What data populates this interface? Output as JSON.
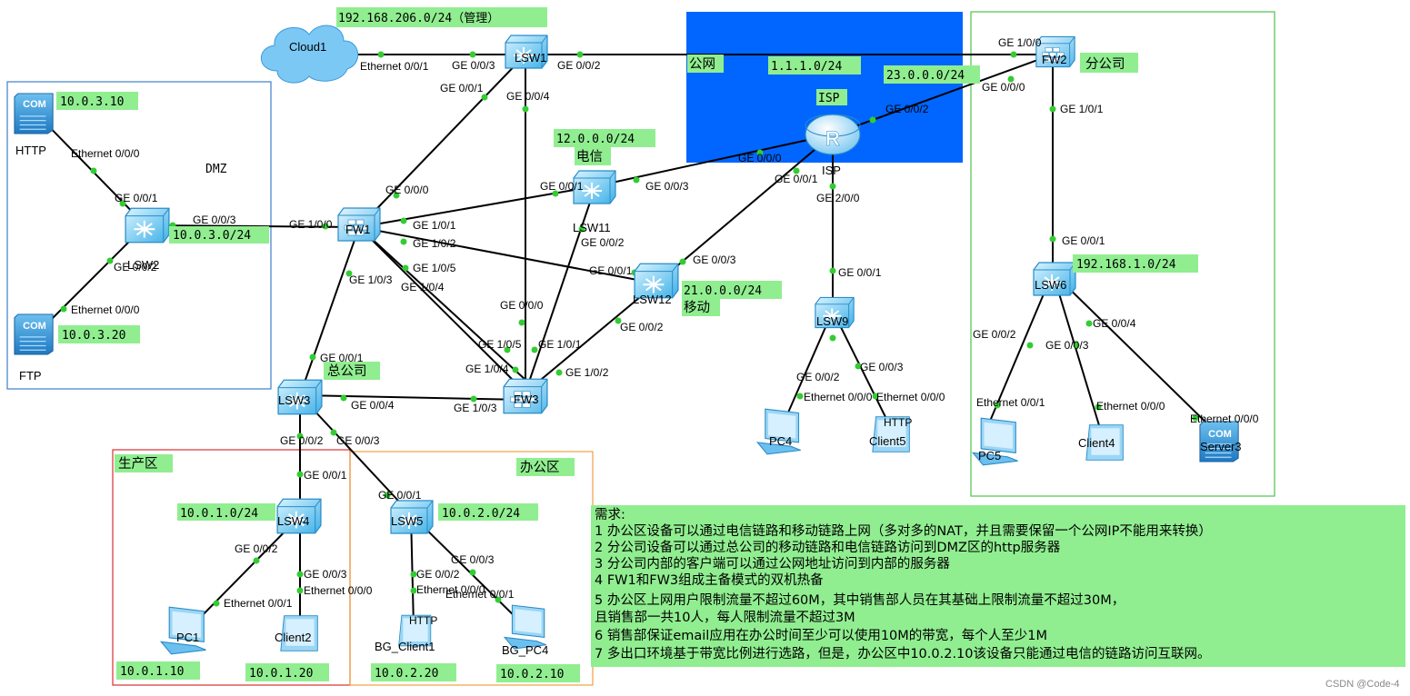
{
  "zones": {
    "dmz_label": "DMZ",
    "isp_public_label": "公网",
    "branch_label": "分公司",
    "hq_label": "总公司",
    "production_label": "生产区",
    "office_label": "办公区"
  },
  "networks": {
    "mgmt": "192.168.206.0/24（管理）",
    "dmz_http_ip": "10.0.3.10",
    "dmz_ftp_ip": "10.0.3.20",
    "dmz_net": "10.0.3.0/24",
    "public_net": "1.1.1.0/24",
    "isp_fw2_net": "23.0.0.0/24",
    "isp_label": "ISP",
    "telecom_net": "12.0.0.0/24",
    "telecom_label": "电信",
    "mobile_net": "21.0.0.0/24",
    "mobile_label": "移动",
    "branch_net": "192.168.1.0/24",
    "prod_net": "10.0.1.0/24",
    "office_net": "10.0.2.0/24",
    "pc1_ip": "10.0.1.10",
    "client2_ip": "10.0.1.20",
    "bgclient1_ip": "10.0.2.20",
    "bgpc4_ip": "10.0.2.10"
  },
  "devices": {
    "cloud1": "Cloud1",
    "lsw1": "LSW1",
    "fw2": "FW2",
    "isp": "ISP",
    "http": "HTTP",
    "ftp": "FTP",
    "lsw2": "LSW2",
    "fw1": "FW1",
    "lsw11": "LSW11",
    "lsw12": "LSW12",
    "lsw9": "LSW9",
    "lsw6": "LSW6",
    "lsw3": "LSW3",
    "fw3": "FW3",
    "lsw4": "LSW4",
    "lsw5": "LSW5",
    "pc1": "PC1",
    "client2": "Client2",
    "bgclient1": "BG_Client1",
    "bgpc4": "BG_PC4",
    "pc4": "PC4",
    "client5": "Client5",
    "pc5": "PC5",
    "client4": "Client4",
    "server3": "Server3",
    "server_badge": "COM",
    "client_badge": "HTTP"
  },
  "ports": [
    "Ethernet 0/0/1",
    "GE 0/0/3",
    "GE 0/0/2",
    "GE 1/0/0",
    "GE 0/0/0",
    "GE 0/0/1",
    "GE 0/0/4",
    "GE 0/0/2",
    "GE 1/0/1",
    "Ethernet 0/0/0",
    "GE 0/0/1",
    "GE 0/0/3",
    "GE 1/0/0",
    "GE 0/0/2",
    "Ethernet 0/0/0",
    "GE 0/0/0",
    "GE 0/0/0",
    "GE 0/0/1",
    "GE 0/0/3",
    "GE 1/0/1",
    "GE 1/0/2",
    "GE 1/0/5",
    "GE 1/0/4",
    "GE 1/0/3",
    "GE 0/0/2",
    "GE 0/0/1",
    "GE 0/0/3",
    "GE 0/0/0",
    "GE 0/0/1",
    "GE 0/0/1",
    "GE 2/0/0",
    "GE 0/0/1",
    "GE 0/0/2",
    "GE 1/0/5",
    "GE 1/0/1",
    "GE 1/0/4",
    "GE 1/0/2",
    "GE 0/0/1",
    "GE 0/0/4",
    "GE 1/0/3",
    "GE 0/0/2",
    "GE 0/0/3",
    "GE 0/0/2",
    "GE 0/0/3",
    "Ethernet 0/0/0",
    "Ethernet 0/0/0",
    "GE 0/0/2",
    "GE 0/0/3",
    "GE 0/0/4",
    "Ethernet 0/0/1",
    "Ethernet 0/0/0",
    "Ethernet 0/0/0",
    "GE 0/0/1",
    "GE 0/0/2",
    "GE 0/0/3",
    "Ethernet 0/0/1",
    "Ethernet 0/0/0",
    "GE 0/0/1",
    "GE 0/0/2",
    "GE 0/0/3",
    "Ethernet 0/0/0",
    "Ethernet 0/0/1"
  ],
  "requirements": {
    "title": "需求:",
    "lines": [
      "1 办公区设备可以通过电信链路和移动链路上网（多对多的NAT，并且需要保留一个公网IP不能用来转换）",
      "2 分公司设备可以通过总公司的移动链路和电信链路访问到DMZ区的http服务器",
      "3 分公司内部的客户端可以通过公网地址访问到内部的服务器",
      "4 FW1和FW3组成主备模式的双机热备",
      "5 办公区上网用户限制流量不超过60M，其中销售部人员在其基础上限制流量不超过30M，",
      "  且销售部一共10人，每人限制流量不超过3M",
      "6 销售部保证email应用在办公时间至少可以使用10M的带宽，每个人至少1M",
      "7 多出口环境基于带宽比例进行选路，但是，办公区中10.0.2.10该设备只能通过电信的链路访问互联网。"
    ]
  },
  "watermark": "CSDN @Code-4",
  "colors": {
    "label_bg": "#90ee90",
    "isp_bg": "#0066ff",
    "dmz_border": "#3c7fc8",
    "branch_border": "#4ec24e",
    "prod_border": "#d83030",
    "office_border": "#f0a040",
    "link": "#000000",
    "port_dot": "#33cc33"
  }
}
